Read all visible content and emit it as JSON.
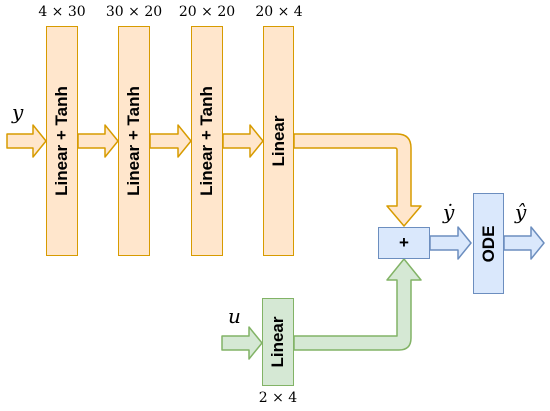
{
  "diagram": {
    "layers": [
      {
        "label": "Linear + Tanh",
        "dims": "4 × 30"
      },
      {
        "label": "Linear + Tanh",
        "dims": "30 × 20"
      },
      {
        "label": "Linear + Tanh",
        "dims": "20 × 20"
      },
      {
        "label": "Linear",
        "dims": "20 × 4"
      }
    ],
    "input_branch": {
      "label": "Linear",
      "dims": "2 × 4"
    },
    "sum_node": "+",
    "ode_block": "ODE",
    "variables": {
      "y": "y",
      "u": "u",
      "ydot": "ẏ",
      "yhat": "ŷ"
    },
    "colors": {
      "orange_fill": "#ffe6cc",
      "orange_stroke": "#d79b00",
      "green_fill": "#d5e8d4",
      "green_stroke": "#82b366",
      "blue_fill": "#dae8fc",
      "blue_stroke": "#6c8ebf"
    }
  }
}
